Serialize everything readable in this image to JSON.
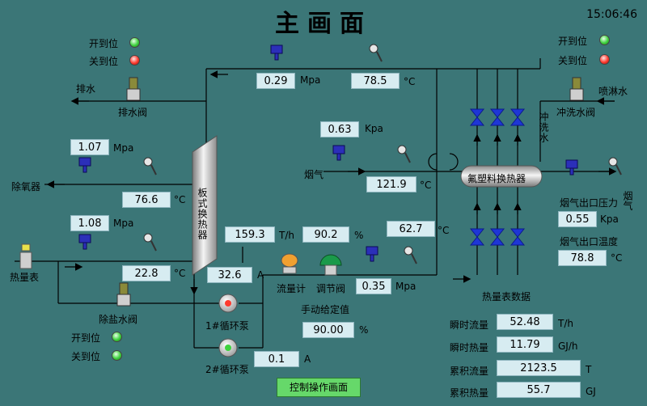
{
  "header": {
    "title": "主画面",
    "time": "15:06:46"
  },
  "legend_left": {
    "open": "开到位",
    "close": "关到位"
  },
  "legend_right": {
    "open": "开到位",
    "close": "关到位"
  },
  "legend_bottom": {
    "open": "开到位",
    "close": "关到位"
  },
  "lines": {
    "drain": "排水",
    "spray": "喷淋水",
    "deaerator": "除氧器",
    "heat_meter": "热量表",
    "flue_gas_in": "烟气",
    "flue_gas_out": "烟气",
    "flush_water": "冲洗水",
    "heat_data": "热量表数据"
  },
  "valves": {
    "drain": "排水阀",
    "flush": "冲洗水阀",
    "demineral": "除盐水阀",
    "regulating": "调节阀",
    "flowmeter": "流量计",
    "pump1": "1#循环泵",
    "pump2": "2#循环泵",
    "manual_setpoint": "手动给定值"
  },
  "exchangers": {
    "plate": "板式换热器",
    "fluoroplastic": "氟塑料换热器"
  },
  "readings": {
    "top_pressure": {
      "value": "0.29",
      "unit": "Mpa"
    },
    "top_temp": {
      "value": "78.5",
      "unit": "°C"
    },
    "flue_pressure": {
      "value": "0.63",
      "unit": "Kpa"
    },
    "flue_temp": {
      "value": "121.9",
      "unit": "°C"
    },
    "left_pressure_1": {
      "value": "1.07",
      "unit": "Mpa"
    },
    "left_temp_1": {
      "value": "76.6",
      "unit": "°C"
    },
    "left_pressure_2": {
      "value": "1.08",
      "unit": "Mpa"
    },
    "left_temp_2": {
      "value": "22.8",
      "unit": "°C"
    },
    "flow": {
      "value": "159.3",
      "unit": "T/h"
    },
    "valve_open": {
      "value": "90.2",
      "unit": "%"
    },
    "mid_temp": {
      "value": "62.7",
      "unit": "°C"
    },
    "pump1_current": {
      "value": "32.6",
      "unit": "A"
    },
    "pump2_current": {
      "value": "0.1",
      "unit": "A"
    },
    "reg_pressure": {
      "value": "0.35",
      "unit": "Mpa"
    },
    "setpoint": {
      "value": "90.00",
      "unit": "%"
    },
    "outlet_pressure": {
      "label": "烟气出口压力",
      "value": "0.55",
      "unit": "Kpa"
    },
    "outlet_temp": {
      "label": "烟气出口温度",
      "value": "78.8",
      "unit": "°C"
    }
  },
  "heat_meter_data": [
    {
      "label": "瞬时流量",
      "value": "52.48",
      "unit": "T/h"
    },
    {
      "label": "瞬时热量",
      "value": "11.79",
      "unit": "GJ/h"
    },
    {
      "label": "累积流量",
      "value": "2123.5",
      "unit": "T"
    },
    {
      "label": "累积热量",
      "value": "55.7",
      "unit": "GJ"
    }
  ],
  "control_button": "控制操作画面",
  "colors": {
    "background": "#3b7677",
    "value_box": "#d7ecf1",
    "led_green": "#3ed23e",
    "led_red": "#ff3b2e",
    "button": "#66d86a"
  }
}
